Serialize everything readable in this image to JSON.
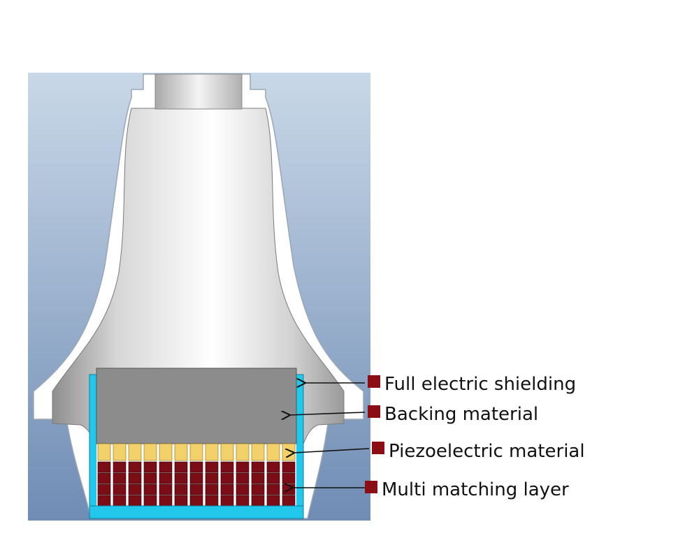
{
  "labels": {
    "shielding": "Full electric shielding",
    "backing": "Backing material",
    "piezo": "Piezoelectric material",
    "matching": "Multi matching layer"
  },
  "colors": {
    "background_top": "#c9d8e8",
    "background_bottom": "#6f8cb4",
    "shielding": "#21c8ec",
    "backing": "#8c8c8c",
    "piezo": "#f2d06a",
    "matching": "#7a0d15",
    "marker": "#8b0e14"
  },
  "icons": {
    "marker": "square-marker-icon",
    "arrow": "arrow-left-icon"
  }
}
